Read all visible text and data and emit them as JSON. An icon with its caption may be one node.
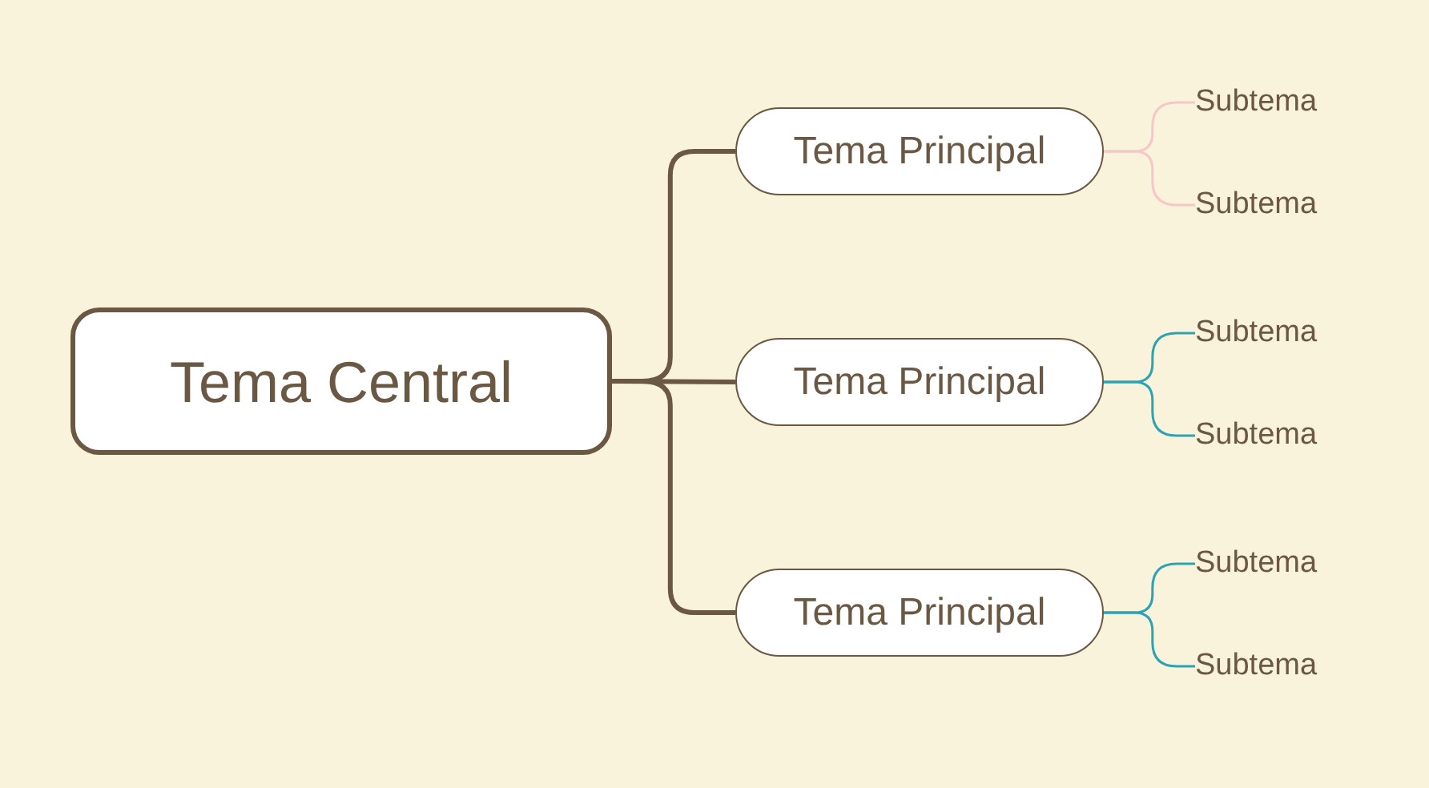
{
  "diagram": {
    "nodes": [
      {
        "text": [
          "Tema Central"
        ]
      },
      {
        "text": [
          "Tema Principal"
        ]
      },
      {
        "text": [
          "Tema Principal"
        ]
      },
      {
        "text": [
          "Tema Principal"
        ]
      },
      {
        "text": [
          "Subtema"
        ]
      },
      {
        "text": [
          "Subtema"
        ]
      },
      {
        "text": [
          "Subtema"
        ]
      },
      {
        "text": [
          "Subtema"
        ]
      },
      {
        "text": [
          "Subtema"
        ]
      },
      {
        "text": [
          "Subtema"
        ]
      }
    ],
    "edges": [
      {
        "from": 0,
        "to": 1,
        "arrow": "none",
        "style": "thick",
        "color": "#6b5843"
      },
      {
        "from": 0,
        "to": 2,
        "arrow": "none",
        "style": "thick",
        "color": "#6b5843"
      },
      {
        "from": 0,
        "to": 3,
        "arrow": "none",
        "style": "thick",
        "color": "#6b5843"
      },
      {
        "from": 1,
        "to": 4,
        "arrow": "none",
        "color": "#f7c6c6"
      },
      {
        "from": 1,
        "to": 5,
        "arrow": "none",
        "color": "#f7c6c6"
      },
      {
        "from": 2,
        "to": 6,
        "arrow": "none",
        "color": "#2aa3b3"
      },
      {
        "from": 2,
        "to": 7,
        "arrow": "none",
        "color": "#2aa3b3"
      },
      {
        "from": 3,
        "to": 8,
        "arrow": "none",
        "color": "#2aa3b3"
      },
      {
        "from": 3,
        "to": 9,
        "arrow": "none",
        "color": "#2aa3b3"
      }
    ]
  }
}
